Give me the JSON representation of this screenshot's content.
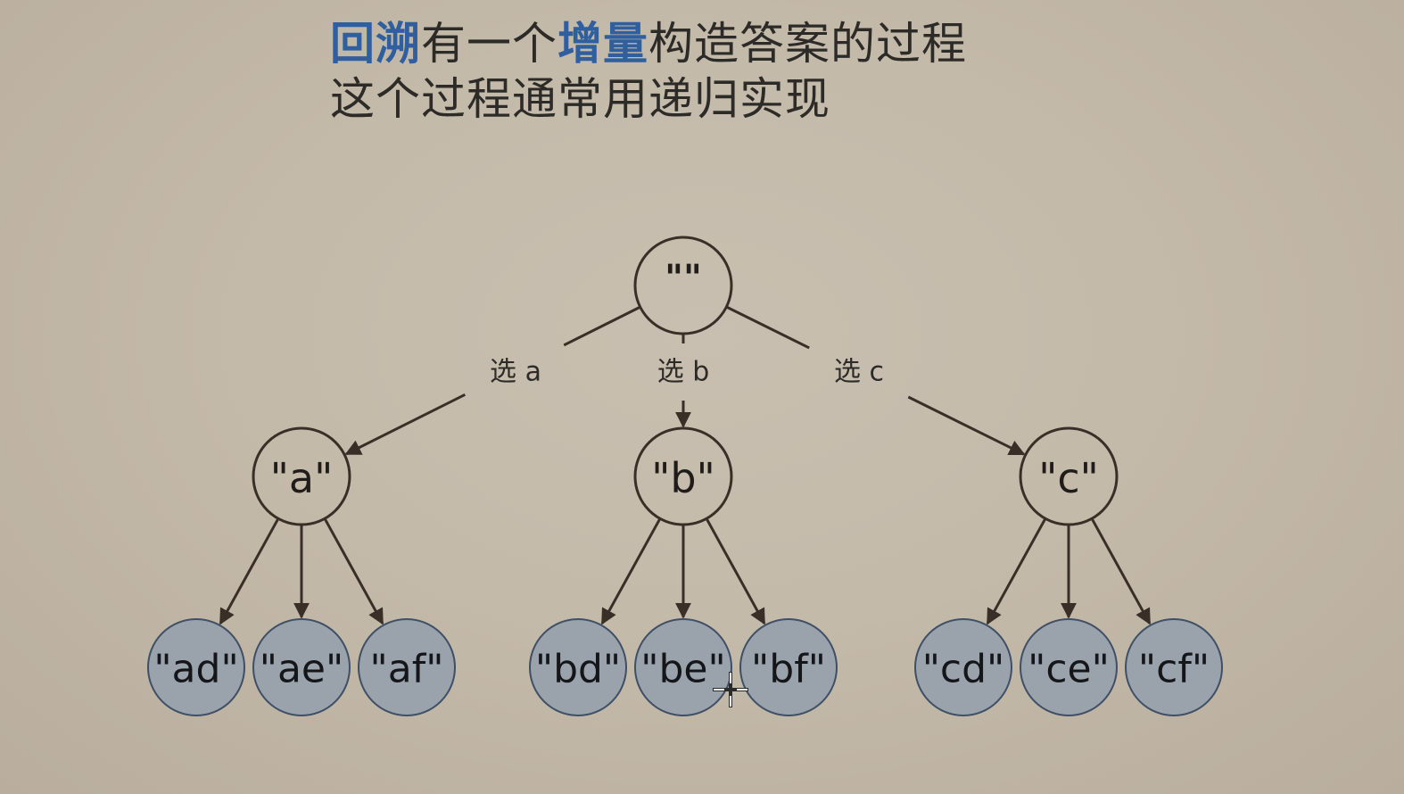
{
  "title": {
    "line1": [
      {
        "text": "回溯",
        "highlight": true
      },
      {
        "text": "有一个",
        "highlight": false
      },
      {
        "text": "增量",
        "highlight": true
      },
      {
        "text": "构造答案的过程",
        "highlight": false
      }
    ],
    "line2": "这个过程通常用递归实现",
    "highlight_color": "#2f5f9e"
  },
  "tree": {
    "root": "\"\"",
    "edge_labels": [
      "选 a",
      "选 b",
      "选 c"
    ],
    "children": [
      {
        "label": "\"a\"",
        "leaves": [
          "\"ad\"",
          "\"ae\"",
          "\"af\""
        ]
      },
      {
        "label": "\"b\"",
        "leaves": [
          "\"bd\"",
          "\"be\"",
          "\"bf\""
        ]
      },
      {
        "label": "\"c\"",
        "leaves": [
          "\"cd\"",
          "\"ce\"",
          "\"cf\""
        ]
      }
    ],
    "leaf_fill_color": "#9aa2ac",
    "edge_color": "#3a2f27"
  }
}
